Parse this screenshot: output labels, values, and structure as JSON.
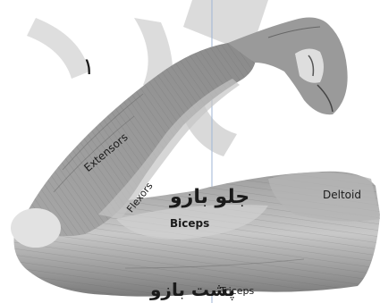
{
  "figure": {
    "number": "۱",
    "labels": {
      "extensors": "Extensors",
      "flexors": "Flexors",
      "deltoid": "Deltoid",
      "biceps": "Biceps",
      "biceps_fa": "جلو بازو",
      "triceps": "Triceps",
      "triceps_fa": "پشت بازو"
    }
  }
}
